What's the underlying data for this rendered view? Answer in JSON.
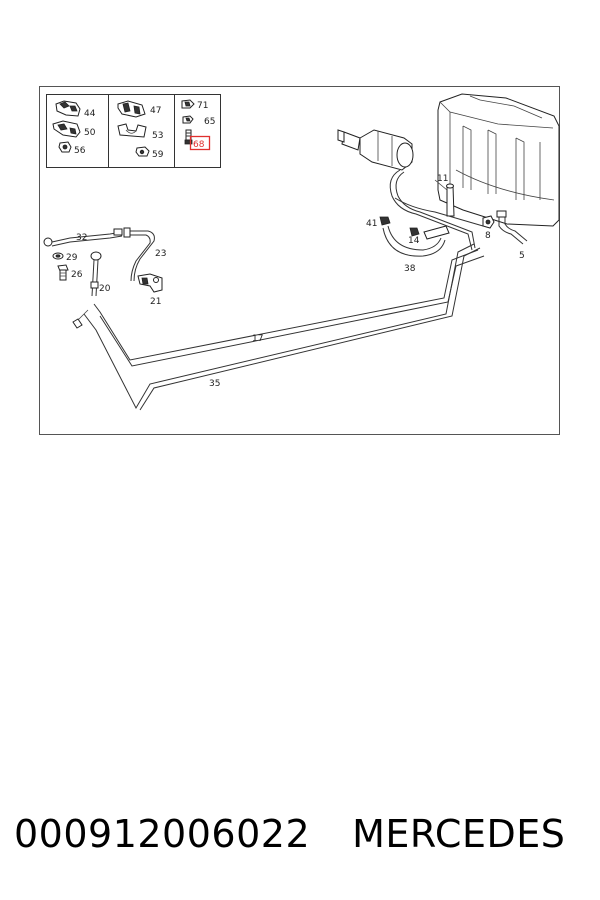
{
  "diagram": {
    "callouts": {
      "c44": "44",
      "c50": "50",
      "c56": "56",
      "c47": "47",
      "c53": "53",
      "c59": "59",
      "c71": "71",
      "c65": "65",
      "c68": "68",
      "c11": "11",
      "c41": "41",
      "c14": "14",
      "c38": "38",
      "c8": "8",
      "c5": "5",
      "c32": "32",
      "c23": "23",
      "c29": "29",
      "c26": "26",
      "c20": "20",
      "c21": "21",
      "c17": "17",
      "c35": "35"
    },
    "highlight_color": "#e0302f"
  },
  "caption": {
    "part_number": "000912006022",
    "brand": "MERCEDES"
  }
}
